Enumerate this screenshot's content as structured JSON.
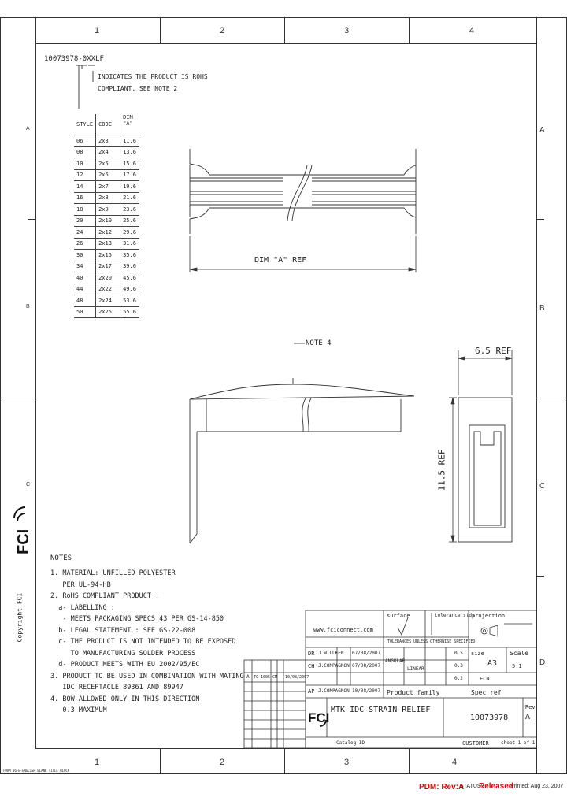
{
  "grid": {
    "columns": [
      "1",
      "2",
      "3",
      "4"
    ],
    "rows": [
      "A",
      "B",
      "C",
      "D"
    ]
  },
  "part_code": {
    "code": "10073978-0XXLF",
    "note_line1": "INDICATES THE PRODUCT IS ROHS",
    "note_line2": "COMPLIANT. SEE NOTE 2"
  },
  "style_table": {
    "headers": [
      "STYLE",
      "CODE",
      "DIM \"A\""
    ],
    "rows": [
      [
        "06",
        "2x3",
        "11.6"
      ],
      [
        "08",
        "2x4",
        "13.6"
      ],
      [
        "10",
        "2x5",
        "15.6"
      ],
      [
        "12",
        "2x6",
        "17.6"
      ],
      [
        "14",
        "2x7",
        "19.6"
      ],
      [
        "16",
        "2x8",
        "21.6"
      ],
      [
        "18",
        "2x9",
        "23.6"
      ],
      [
        "20",
        "2x10",
        "25.6"
      ],
      [
        "24",
        "2x12",
        "29.6"
      ],
      [
        "26",
        "2x13",
        "31.6"
      ],
      [
        "30",
        "2x15",
        "35.6"
      ],
      [
        "34",
        "2x17",
        "39.6"
      ],
      [
        "40",
        "2x20",
        "45.6"
      ],
      [
        "44",
        "2x22",
        "49.6"
      ],
      [
        "48",
        "2x24",
        "53.6"
      ],
      [
        "50",
        "2x25",
        "55.6"
      ]
    ]
  },
  "dimensions": {
    "overall": "DIM \"A\" REF",
    "note_ref": "NOTE 4",
    "width": "6.5 REF",
    "height": "11.5 REF"
  },
  "notes": {
    "heading": "NOTES",
    "lines": [
      "1. MATERIAL: UNFILLED POLYESTER",
      "   PER UL-94-HB",
      "",
      "2. RoHS COMPLIANT PRODUCT :",
      "  a- LABELLING :",
      "   - MEETS PACKAGING SPECS 43 PER GS-14-850",
      "  b- LEGAL STATEMENT : SEE GS-22-008",
      "  c- THE PRODUCT IS NOT INTENDED TO BE EXPOSED",
      "     TO MANUFACTURING SOLDER PROCESS",
      "  d- PRODUCT MEETS WITH EU 2002/95/EC",
      "",
      "3. PRODUCT TO BE USED IN COMBINATION WITH MATING",
      "   IDC RECEPTACLE 89361 AND 89947",
      "4. BOW ALLOWED ONLY IN THIS DIRECTION",
      "   0.3 MAXIMUM"
    ]
  },
  "copyright": "Copyright FCI",
  "bottom_copyright": "FORM 06-E-ENGLISH BLANK TITLE BLOCK",
  "title_block": {
    "website": "www.fciconnect.com",
    "surface": "surface",
    "tolerance": "tolerance stds",
    "projection": "projection",
    "tol_note": "TOLERANCES UNLESS OTHERWISE SPECIFIED",
    "angular": "ANGULAR",
    "linear": "LINEAR",
    "row_dr": [
      "DR",
      "J.WILLKEN",
      "07/08/2007"
    ],
    "row_ch": [
      "CH",
      "J.COMPAGNON",
      "07/08/2007"
    ],
    "row_ap": [
      "AP",
      "J.COMPAGNON",
      "10/08/2007"
    ],
    "rev_row": [
      "A",
      "TC-1005",
      "CM",
      "10/08/2007"
    ],
    "tol_vals": [
      "0.5",
      "0.3",
      "0.2"
    ],
    "size_label": "size",
    "size_val": "A3",
    "scale_label": "Scale",
    "scale_val": "5:1",
    "ecn": "ECN",
    "product_family": "Product family",
    "spec_ref": "Spec ref",
    "company": "FCI",
    "title": "MTK IDC STRAIN RELIEF",
    "drawing_number": "10073978",
    "rev_label": "Rev",
    "rev_val": "A",
    "catalog": "Catalog ID",
    "customer": "CUSTOMER",
    "sheet": "sheet 1 of 1"
  },
  "footer": {
    "pdm": "PDM: Rev:A",
    "status_prefix": "STATUS:",
    "status": "Released",
    "printed": "Printed: Aug 23, 2007"
  }
}
